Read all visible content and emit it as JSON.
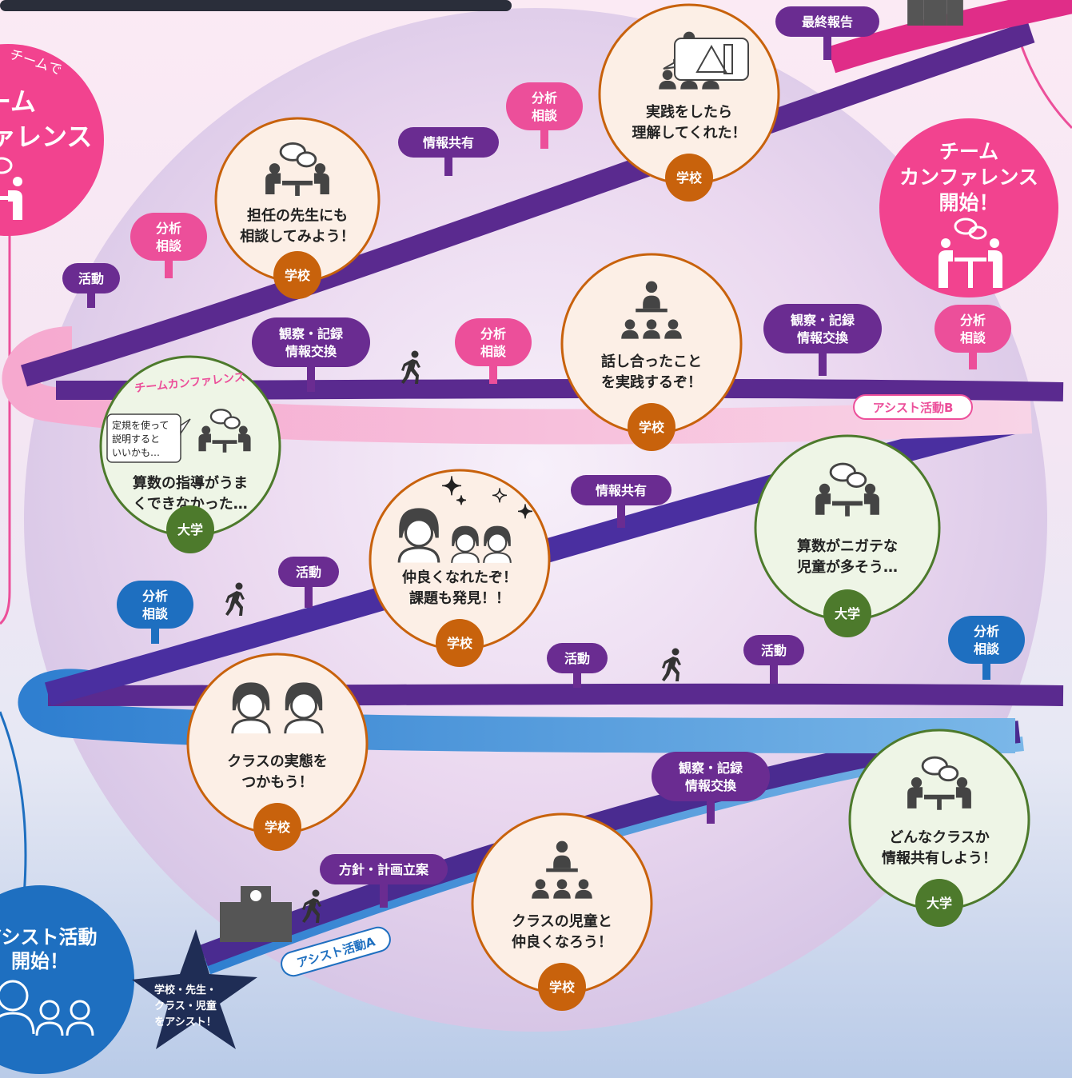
{
  "colors": {
    "purple": "#6a2c91",
    "pink": "#ec4f9a",
    "blue": "#1e6fc0",
    "navy": "#1f2d55",
    "school_badge": "#c8620c",
    "university_badge": "#4d7a2c",
    "school_ring": "#c8620c",
    "university_ring": "#4d7a2c"
  },
  "badges": {
    "school": "学校",
    "university": "大学"
  },
  "left_panels": {
    "top": {
      "arc": "チームで",
      "title_l1": "ーム",
      "title_l2": "ァレンス",
      "icon": "meeting-icon"
    },
    "bottom": {
      "title_l1": "アシスト活動",
      "title_l2": "開始！",
      "icon": "people-icon"
    }
  },
  "star": {
    "l1": "学校・先生・",
    "l2": "クラス・児童",
    "l3": "をアシスト！"
  },
  "team_start": {
    "l1": "チーム",
    "l2": "カンファレンス",
    "l3": "開始！",
    "icon": "meeting-icon"
  },
  "road_labels": {
    "a": "アシスト活動A",
    "b": "アシスト活動B"
  },
  "circles": [
    {
      "key": "c_teacher",
      "l1": "担任の先生にも",
      "l2": "相談してみよう！",
      "badge": "学校",
      "icon": "meeting-icon"
    },
    {
      "key": "c_practiced",
      "l1": "実践をしたら",
      "l2": "理解してくれた！",
      "badge": "学校",
      "icon": "teacher-class-icon"
    },
    {
      "key": "c_discussed",
      "l1": "話し合ったこと",
      "l2": "を実践するぞ！",
      "badge": "学校",
      "icon": "teacher-class-icon"
    },
    {
      "key": "c_math_fail",
      "title": "チームカンファレンス",
      "bubble_l1": "定規を使って",
      "bubble_l2": "説明すると",
      "bubble_l3": "いいかも…",
      "l1": "算数の指導がうま",
      "l2": "くできなかった…",
      "badge": "大学",
      "icon": "meeting-icon"
    },
    {
      "key": "c_friends",
      "l1": "仲良くなれたぞ！",
      "l2": "課題も発見！！",
      "badge": "学校",
      "icon": "people-sparkle-icon"
    },
    {
      "key": "c_math_weak",
      "l1": "算数がニガテな",
      "l2": "児童が多そう…",
      "badge": "大学",
      "icon": "meeting-icon"
    },
    {
      "key": "c_class_state",
      "l1": "クラスの実態を",
      "l2": "つかもう！",
      "badge": "学校",
      "icon": "two-children-icon"
    },
    {
      "key": "c_class_info",
      "l1": "どんなクラスか",
      "l2": "情報共有しよう！",
      "badge": "大学",
      "icon": "meeting-icon"
    },
    {
      "key": "c_get_along",
      "l1": "クラスの児童と",
      "l2": "仲良くなろう！",
      "badge": "学校",
      "icon": "teacher-class-icon"
    }
  ],
  "signs": [
    {
      "key": "s_final",
      "l1": "最終報告",
      "color": "purple"
    },
    {
      "key": "s_bunseki1",
      "l1": "分析",
      "l2": "相談",
      "color": "pink"
    },
    {
      "key": "s_joho1",
      "l1": "情報共有",
      "color": "purple"
    },
    {
      "key": "s_bunseki2",
      "l1": "分析",
      "l2": "相談",
      "color": "pink"
    },
    {
      "key": "s_katsudo1",
      "l1": "活動",
      "color": "purple"
    },
    {
      "key": "s_kansatsu1",
      "l1": "観察・記録",
      "l2": "情報交換",
      "color": "purple"
    },
    {
      "key": "s_bunseki3",
      "l1": "分析",
      "l2": "相談",
      "color": "pink"
    },
    {
      "key": "s_kansatsu2",
      "l1": "観察・記録",
      "l2": "情報交換",
      "color": "purple"
    },
    {
      "key": "s_bunseki4",
      "l1": "分析",
      "l2": "相談",
      "color": "pink"
    },
    {
      "key": "s_joho2",
      "l1": "情報共有",
      "color": "purple"
    },
    {
      "key": "s_katsudo2",
      "l1": "活動",
      "color": "purple"
    },
    {
      "key": "s_bunseki5",
      "l1": "分析",
      "l2": "相談",
      "color": "blue"
    },
    {
      "key": "s_katsudo3",
      "l1": "活動",
      "color": "purple"
    },
    {
      "key": "s_katsudo4",
      "l1": "活動",
      "color": "purple"
    },
    {
      "key": "s_bunseki6",
      "l1": "分析",
      "l2": "相談",
      "color": "blue"
    },
    {
      "key": "s_kansatsu3",
      "l1": "観察・記録",
      "l2": "情報交換",
      "color": "purple"
    },
    {
      "key": "s_hoshin",
      "l1": "方針・計画立案",
      "color": "purple"
    }
  ]
}
